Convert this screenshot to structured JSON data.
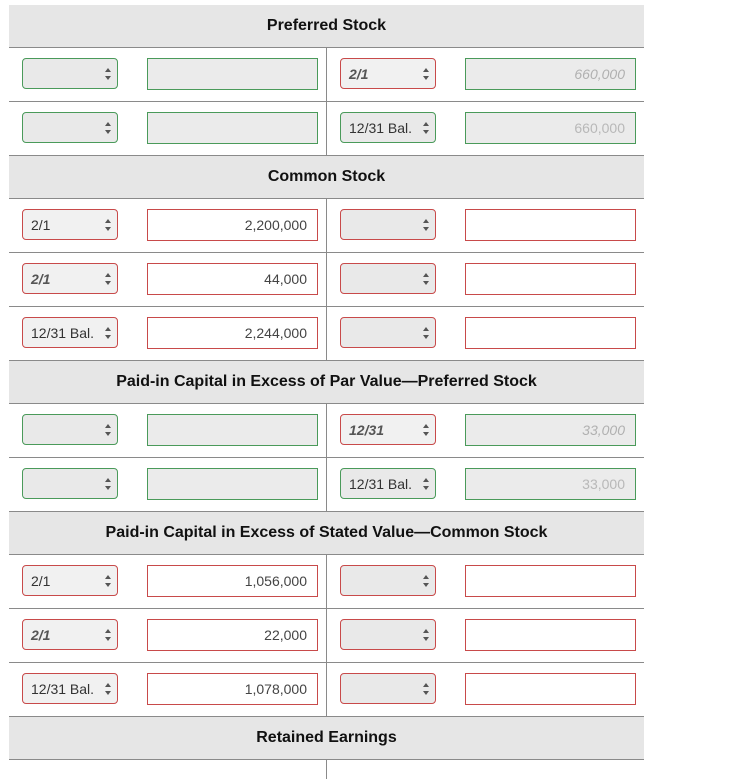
{
  "sections": {
    "preferred_stock": {
      "title": "Preferred Stock",
      "rows": [
        {
          "left_date": "",
          "left_amount": "",
          "right_date": "2/1",
          "right_amount": "660,000"
        },
        {
          "left_date": "",
          "left_amount": "",
          "right_date": "12/31 Bal.",
          "right_amount": "660,000"
        }
      ]
    },
    "common_stock": {
      "title": "Common Stock",
      "rows": [
        {
          "left_date": "2/1",
          "left_amount": "2,200,000",
          "right_date": "",
          "right_amount": ""
        },
        {
          "left_date": "2/1",
          "left_amount": "44,000",
          "right_date": "",
          "right_amount": ""
        },
        {
          "left_date": "12/31 Bal.",
          "left_amount": "2,244,000",
          "right_date": "",
          "right_amount": ""
        }
      ]
    },
    "paid_in_pref": {
      "title": "Paid-in Capital in Excess of Par Value—Preferred Stock",
      "rows": [
        {
          "left_date": "",
          "left_amount": "",
          "right_date": "12/31",
          "right_amount": "33,000"
        },
        {
          "left_date": "",
          "left_amount": "",
          "right_date": "12/31 Bal.",
          "right_amount": "33,000"
        }
      ]
    },
    "paid_in_common": {
      "title": "Paid-in Capital in Excess of Stated Value—Common Stock",
      "rows": [
        {
          "left_date": "2/1",
          "left_amount": "1,056,000",
          "right_date": "",
          "right_amount": ""
        },
        {
          "left_date": "2/1",
          "left_amount": "22,000",
          "right_date": "",
          "right_amount": ""
        },
        {
          "left_date": "12/31 Bal.",
          "left_amount": "1,078,000",
          "right_date": "",
          "right_amount": ""
        }
      ]
    },
    "retained_earnings": {
      "title": "Retained Earnings"
    }
  },
  "colors": {
    "correct_border": "#4a9a5a",
    "incorrect_border": "#c84a4a",
    "header_bg": "#e6e6e6"
  },
  "icons": {
    "select_arrow": "updown-arrow-icon"
  }
}
